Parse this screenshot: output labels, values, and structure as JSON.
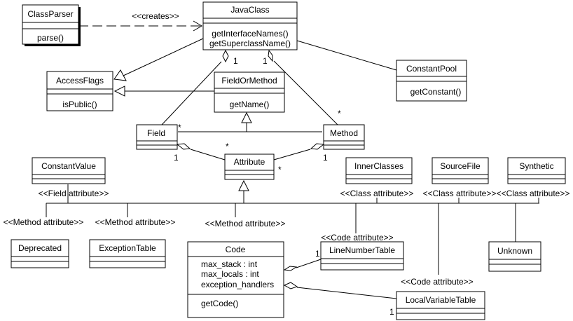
{
  "classes": {
    "classparser": {
      "name": "ClassParser",
      "methods": [
        "parse()"
      ]
    },
    "javaclass": {
      "name": "JavaClass",
      "methods": [
        "getInterfaceNames()",
        "getSuperclassName()"
      ]
    },
    "accessflags": {
      "name": "AccessFlags",
      "methods": [
        "isPublic()"
      ]
    },
    "fieldormethod": {
      "name": "FieldOrMethod",
      "methods": [
        "getName()"
      ]
    },
    "constantpool": {
      "name": "ConstantPool",
      "methods": [
        "getConstant()"
      ]
    },
    "field": {
      "name": "Field"
    },
    "method": {
      "name": "Method"
    },
    "attribute": {
      "name": "Attribute"
    },
    "constantvalue": {
      "name": "ConstantValue"
    },
    "innerclasses": {
      "name": "InnerClasses"
    },
    "sourcefile": {
      "name": "SourceFile"
    },
    "synthetic": {
      "name": "Synthetic"
    },
    "deprecated": {
      "name": "Deprecated"
    },
    "exceptiontable": {
      "name": "ExceptionTable"
    },
    "code": {
      "name": "Code",
      "attributes": [
        "max_stack : int",
        "max_locals : int",
        "exception_handlers"
      ],
      "methods": [
        "getCode()"
      ]
    },
    "linenumbertable": {
      "name": "LineNumberTable"
    },
    "unknown": {
      "name": "Unknown"
    },
    "localvariabletable": {
      "name": "LocalVariableTable"
    }
  },
  "stereotypes": {
    "creates": "<<creates>>",
    "field_attribute": "<<Field attribute>>",
    "method_attribute": "<<Method attribute>>",
    "class_attribute": "<<Class attribute>>",
    "code_attribute": "<<Code attribute>>"
  },
  "multiplicity": {
    "one": "1",
    "many": "*"
  }
}
